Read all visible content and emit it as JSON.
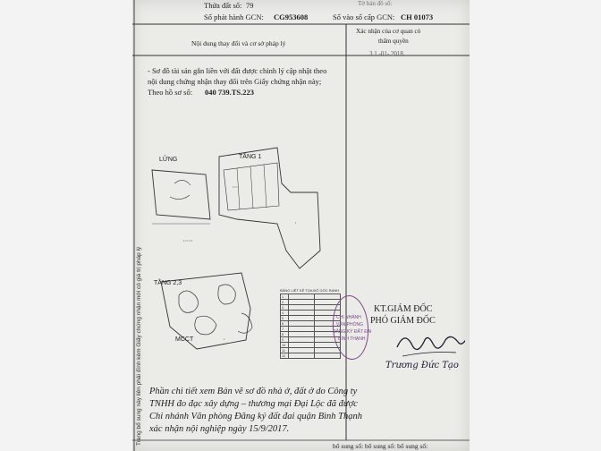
{
  "header": {
    "thua_dat_label": "Thửa đất số:",
    "thua_dat_value": "79",
    "so_phat_hanh_label": "Số phát hành GCN:",
    "so_phat_hanh_value": "CG953608",
    "to_ban_do_label": "Tờ bản đồ số:",
    "so_vao_so_label": "Số vào sổ cấp GCN:",
    "so_vao_so_value": "CH 01073"
  },
  "table": {
    "col1_header": "Nội dung thay đổi và cơ sở pháp lý",
    "col2_header_line1": "Xác nhận của cơ quan có",
    "col2_header_line2": "thẩm quyền"
  },
  "entry": {
    "line1": "- Sơ đồ tài sản gắn liền với đất được chỉnh lý cập nhật theo",
    "line2": "nội dung chứng nhận thay đổi trên Giấy chứng nhận này;",
    "line3_prefix": "Theo hồ sơ số:",
    "line3_value": "040 739.TS.223",
    "date": "3 1 -01- 2018"
  },
  "drawing": {
    "label_lung": "LỬNG",
    "label_tang1": "TẦNG 1",
    "label_tang23": "TẦNG 2,3",
    "label_mcct": "MCCT",
    "coord_table_title": "BẢNG LIỆT KÊ TỌA ĐỘ GÓC RANH",
    "coord_rows": [
      "1",
      "2",
      "3",
      "4",
      "5",
      "6",
      "7",
      "8",
      "9",
      "10",
      "11",
      "12"
    ]
  },
  "signature": {
    "title1": "KT.GIÁM ĐỐC",
    "title2": "PHÓ GIÁM ĐỐC",
    "name": "Trương Đức Tạo",
    "stamp_lines": [
      "CHI NHÁNH",
      "VĂN PHÒNG",
      "ĐĂNG KÝ ĐẤT ĐAI",
      "BÌNH THẠNH"
    ]
  },
  "footer_note": {
    "line1": "Phần chi tiết xem Bản vẽ sơ đồ nhà ở, đất ở do  Công ty",
    "line2": "TNHH đo đạc xây dựng – thương mại Đại Lộc đã được",
    "line3": "Chi nhánh Văn phòng Đăng ký đất đai quận Bình Thạnh",
    "line4": "xác nhận nội nghiệp ngày 15/9/2017."
  },
  "bottom_row": {
    "text": "bổ sung số: bổ sung số: bổ sung số:"
  },
  "margin_text": "Trang bổ sung này liên phải đính kèm Giấy chứng nhận mới có giá trị pháp lý",
  "colors": {
    "paper": "#ebebe8",
    "ink": "#1e1e1e",
    "stamp": "#7a4a8a",
    "signature_ink": "#1a1a33"
  }
}
